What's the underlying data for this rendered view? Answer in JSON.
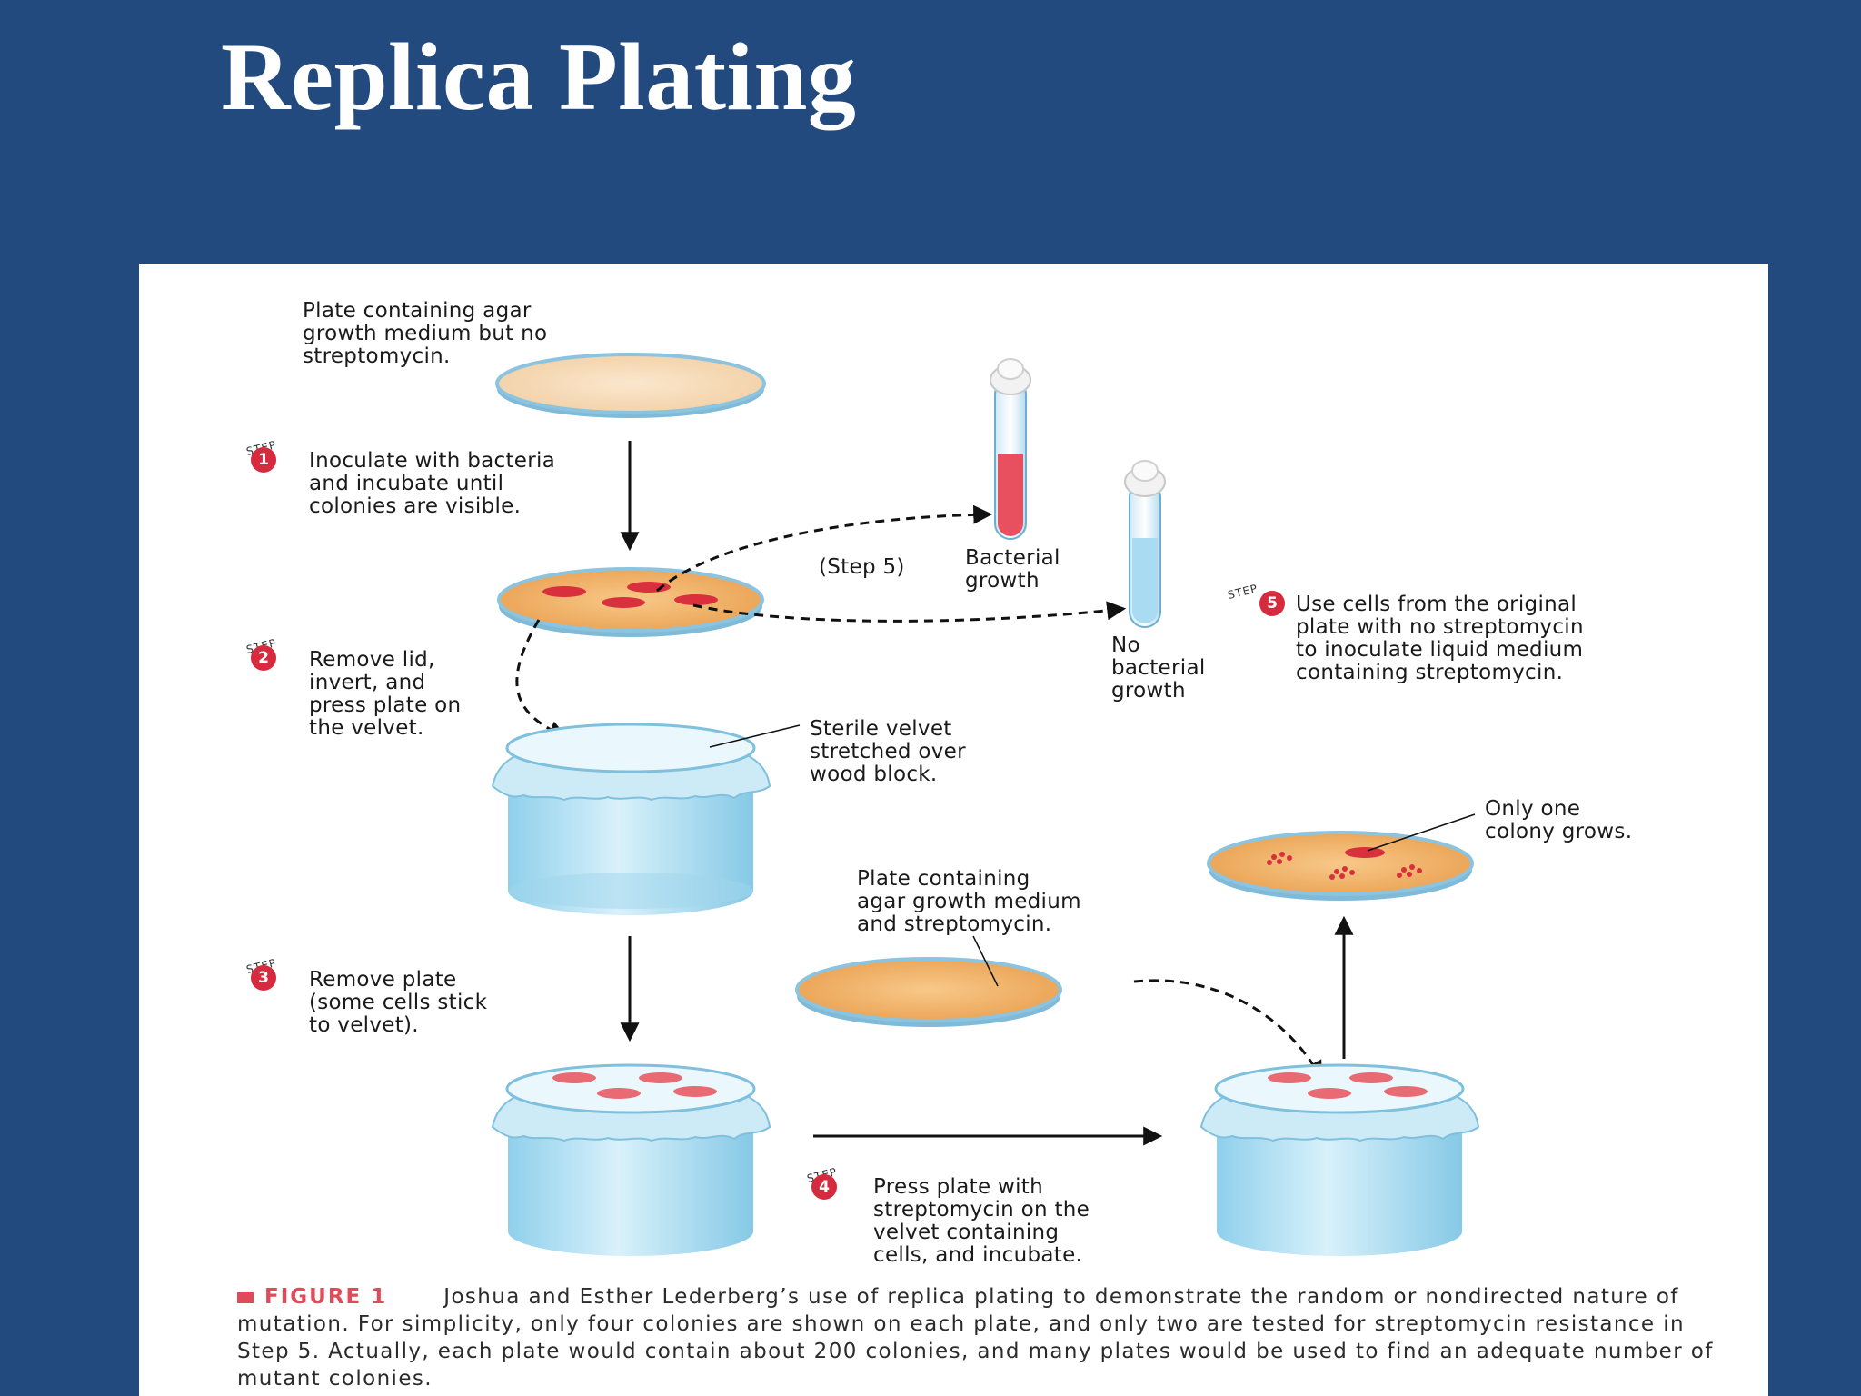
{
  "slide": {
    "title": "Replica Plating"
  },
  "labels": {
    "plate_top": "Plate containing agar\ngrowth medium but no\nstreptomycin.",
    "step5_ref": "(Step 5)",
    "bacterial_growth": "Bacterial\ngrowth",
    "no_bacterial_growth": "No\nbacterial\ngrowth",
    "velvet": "Sterile velvet\nstretched over\nwood block.",
    "plate_strep": "Plate containing\nagar growth medium\nand streptomycin.",
    "one_colony": "Only one\ncolony grows."
  },
  "steps": [
    {
      "word": "STEP",
      "number": "1",
      "text": "Inoculate with bacteria\nand incubate until\ncolonies are visible."
    },
    {
      "word": "STEP",
      "number": "2",
      "text": "Remove lid,\ninvert, and\npress plate on\nthe velvet."
    },
    {
      "word": "STEP",
      "number": "3",
      "text": "Remove plate\n(some cells stick\nto velvet)."
    },
    {
      "word": "STEP",
      "number": "4",
      "text": "Press plate with\nstreptomycin on the\nvelvet containing\ncells, and incubate."
    },
    {
      "word": "STEP",
      "number": "5",
      "text": "Use cells from the original\nplate with no streptomycin\nto inoculate liquid medium\ncontaining streptomycin."
    }
  ],
  "caption": {
    "label": "FIGURE 1",
    "text": "Joshua and Esther Lederberg’s use of replica plating to demonstrate the random or nondirected nature of mutation. For simplicity, only four colonies are shown on each plate, and only two are tested for streptomycin resistance in Step 5. Actually, each plate would contain about 200 colonies, and many plates would be used to find an adequate number of mutant colonies."
  },
  "colors": {
    "background": "#224a7e",
    "step_badge": "#d62a3e",
    "agar": "#f0b060",
    "colony": "#d8303c",
    "velvet": "#bfe6f5",
    "liquid_growth": "#e85060",
    "liquid_clear": "#a9dcf2"
  }
}
